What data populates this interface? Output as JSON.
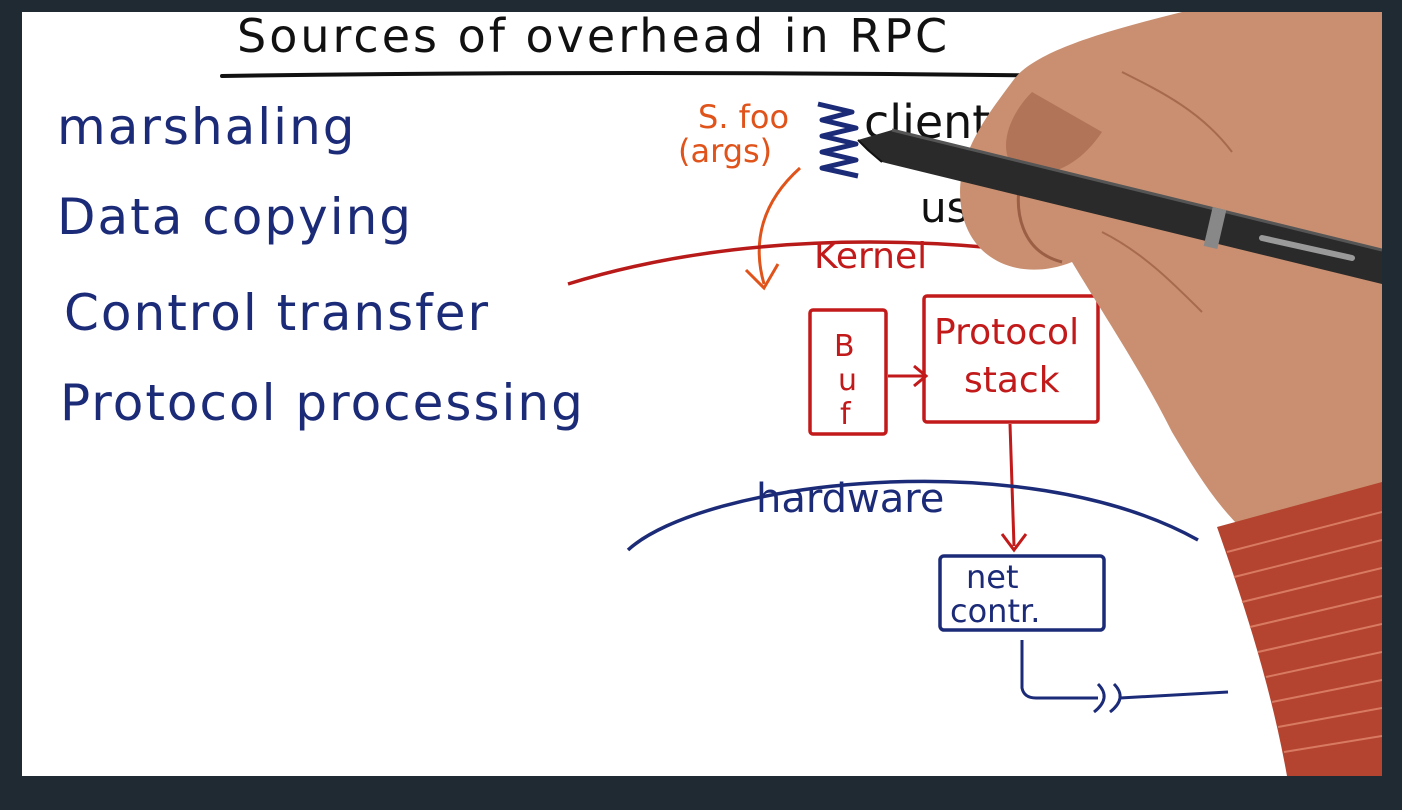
{
  "title": "Sources of overhead in RPC",
  "overhead_list": [
    "marshaling",
    "Data copying",
    "Control transfer",
    "Protocol processing"
  ],
  "call": {
    "line1": "S. foo",
    "line2": "(args)"
  },
  "labels": {
    "client": "client",
    "user": "user",
    "kernel": "Kernel",
    "buf_letters": [
      "B",
      "u",
      "f"
    ],
    "protocol_stack_line1": "Protocol",
    "protocol_stack_line2": "stack",
    "hardware": "hardware",
    "net_controller_line1": "net",
    "net_controller_line2": "contr."
  },
  "colors": {
    "ink_black": "#111111",
    "ink_blue": "#1c2b78",
    "ink_red": "#c21a1a",
    "ink_orange": "#e0531a",
    "frame": "#1f2a33"
  }
}
